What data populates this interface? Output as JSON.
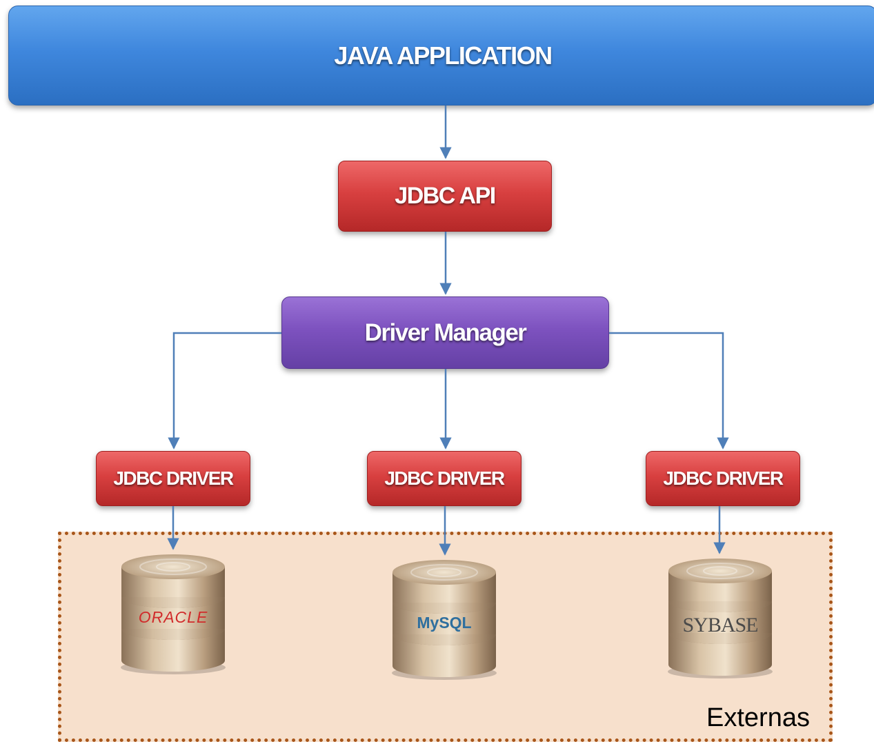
{
  "nodes": {
    "java_application": "JAVA APPLICATION",
    "jdbc_api": "JDBC API",
    "driver_manager": "Driver Manager",
    "jdbc_drivers": [
      "JDBC DRIVER",
      "JDBC DRIVER",
      "JDBC DRIVER"
    ]
  },
  "databases": [
    {
      "logo": "ORACLE",
      "icon": "database-cylinder-icon"
    },
    {
      "logo": "MySQL",
      "icon": "database-cylinder-icon"
    },
    {
      "logo": "SYBASE",
      "icon": "database-cylinder-icon"
    }
  ],
  "zone_label": "Externas",
  "colors": {
    "application": "#3f87dd",
    "api_and_driver": "#d84040",
    "driver_manager": "#7d52bf",
    "connector": "#4f7fb8",
    "zone_fill": "#f7e0cc",
    "zone_border": "#a8561a"
  }
}
